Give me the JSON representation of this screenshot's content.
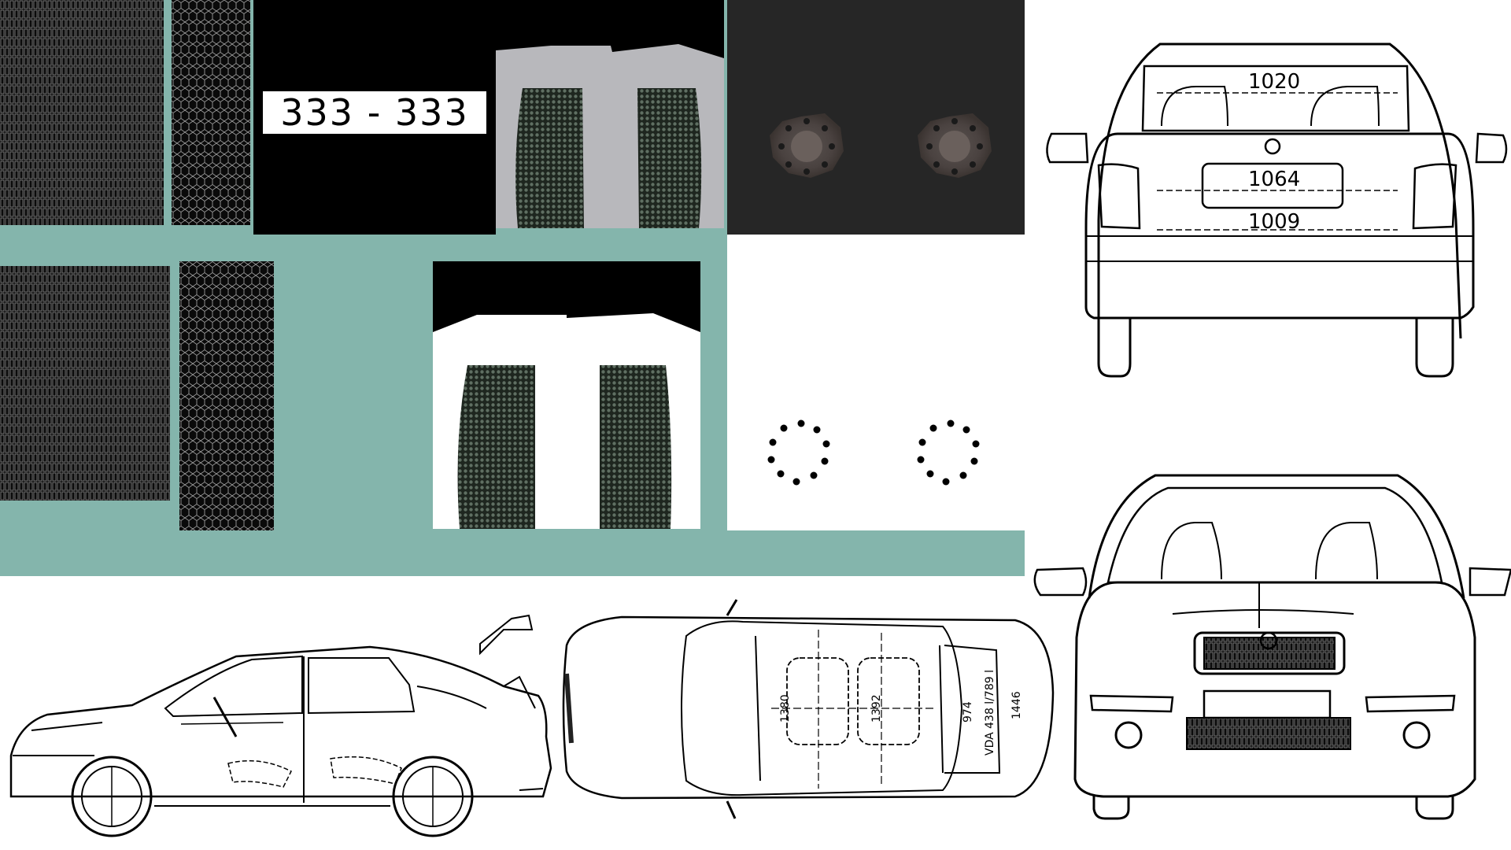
{
  "texture_atlas": {
    "license_plate_text": "333 - 333",
    "colors": {
      "background_teal": "#84b5ac",
      "panel_black": "#000000",
      "panel_dark": "#262626",
      "seat_gray": "#b8b8bc",
      "mesh_dark": "#0a0a0a"
    }
  },
  "rear_view": {
    "dim_top": "1020",
    "dim_plate": "1064",
    "dim_bottom": "1009"
  },
  "top_view": {
    "dim_a": "1380",
    "dim_b": "1392",
    "dim_c": "974",
    "dim_d": "VDA 438 l/789 l",
    "dim_e": "1446"
  }
}
